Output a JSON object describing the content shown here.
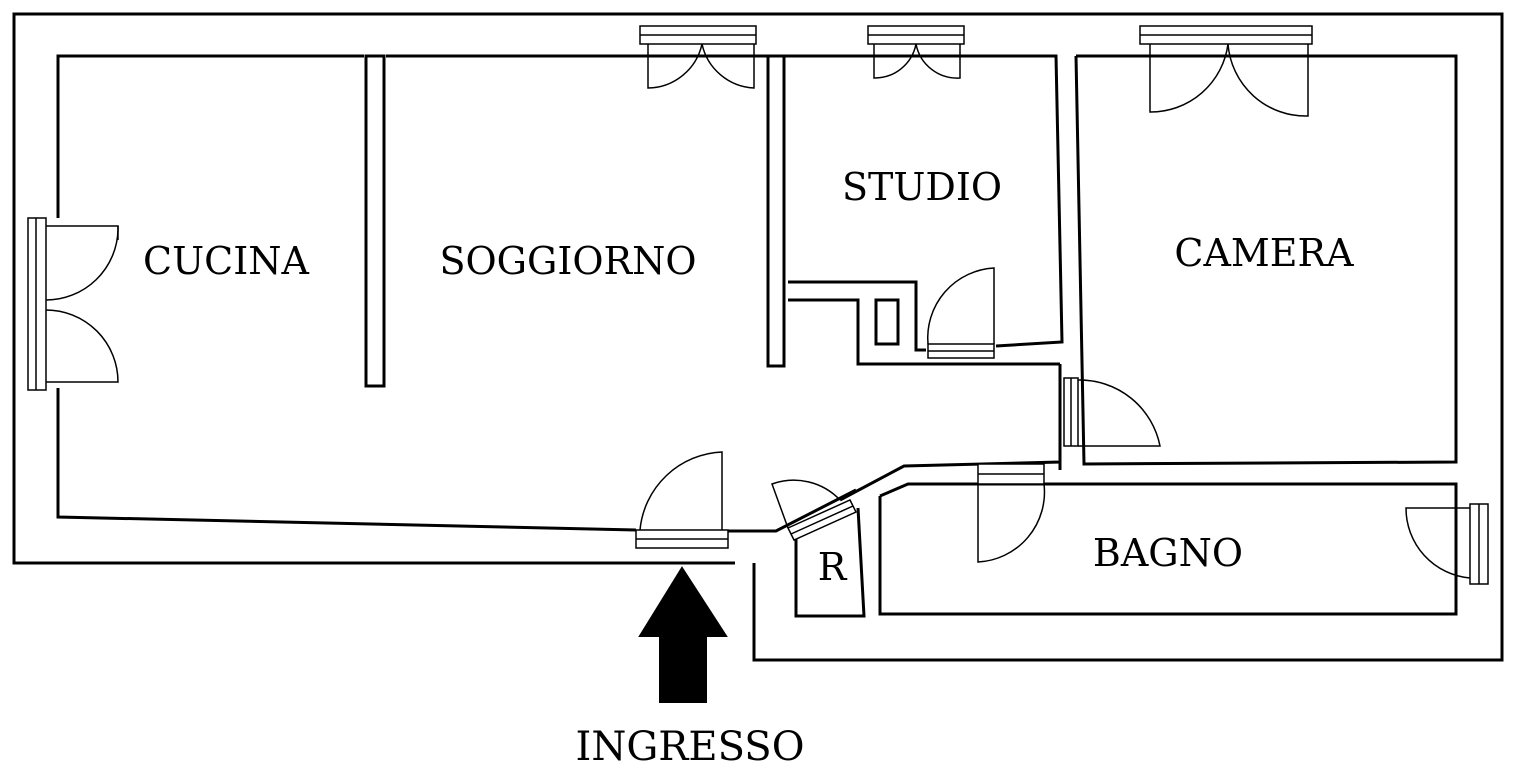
{
  "rooms": {
    "cucina": "CUCINA",
    "soggiorno": "SOGGIORNO",
    "studio": "STUDIO",
    "camera": "CAMERA",
    "bagno": "BAGNO",
    "ripostiglio": "R"
  },
  "entrance": {
    "label": "INGRESSO"
  },
  "colors": {
    "walls": "#000000",
    "background": "#ffffff"
  }
}
